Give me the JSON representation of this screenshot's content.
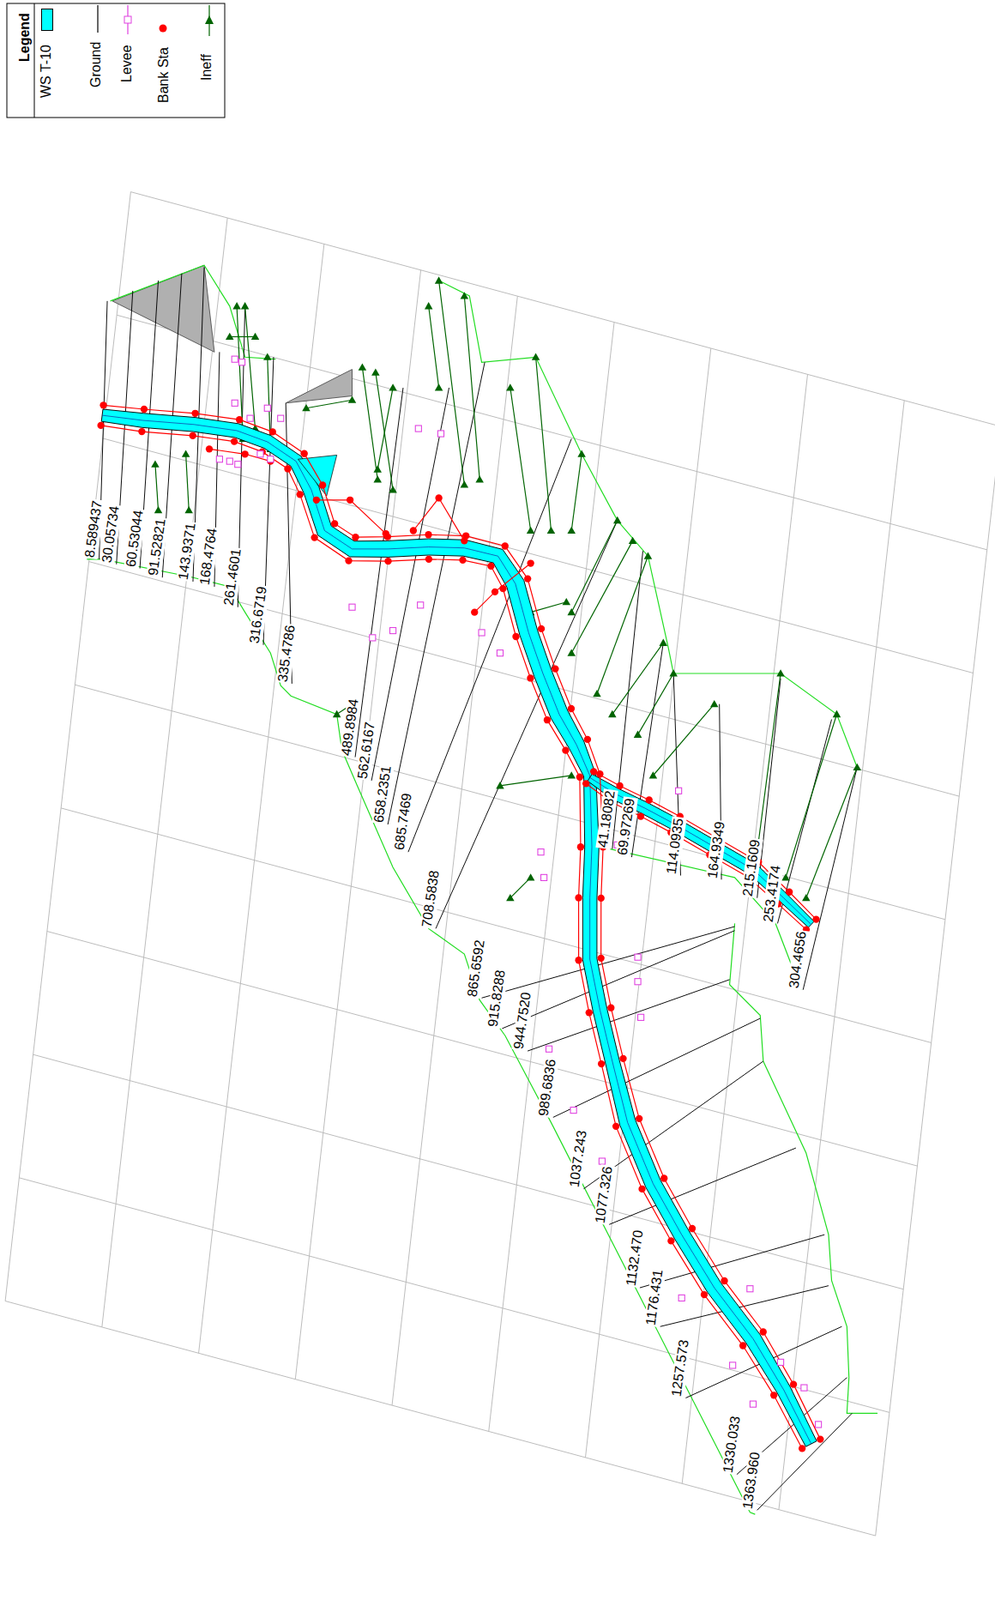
{
  "diagram": {
    "labels": [
      "Legend",
      "8.589437",
      "30.05734",
      "60.53044",
      "91.52821",
      "143.9371",
      "168.4764",
      "261.4601",
      "316.6719",
      "335.4786",
      "489.8984",
      "562.6167",
      "658.2351",
      "685.7469",
      "708.5838",
      "865.6592",
      "915.8288",
      "944.7520",
      "989.6836",
      "1037.243",
      "1077.326",
      "1132.470",
      "1176.431",
      "1257.573",
      "1330.033",
      "1363.960",
      "41.18082",
      "69.97269",
      "114.0935",
      "164.9349",
      "215.1609",
      "253.4174",
      "304.4656"
    ],
    "legend": [
      {
        "text": "WS T-10",
        "color": "#00ffff"
      },
      {
        "text": "Ground"
      },
      {
        "text": "Levee"
      },
      {
        "text": "Bank Sta"
      },
      {
        "text": "Ineff"
      }
    ]
  }
}
